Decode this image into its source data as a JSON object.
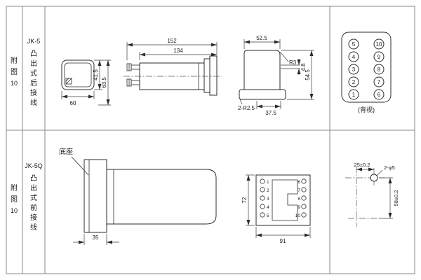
{
  "panel": {
    "rows": [
      {
        "fig": [
          "附",
          "图",
          "10"
        ],
        "model": "JK-5",
        "type": [
          "凸",
          "出",
          "式",
          "后",
          "接",
          "线"
        ]
      },
      {
        "fig": [
          "附",
          "图",
          "10"
        ],
        "model": "JK-5Q",
        "type": [
          "凸",
          "出",
          "式",
          "前",
          "接",
          "线"
        ]
      }
    ]
  },
  "top": {
    "front": {
      "w": "60",
      "h1": "41.5",
      "h2": "63.5"
    },
    "side": {
      "total": "152",
      "case": "134"
    },
    "section": {
      "w": "52.5",
      "r": "R3",
      "gap": "4.8",
      "h": "54.5",
      "feet": "2-R2.5",
      "w2": "37.5"
    },
    "rear": {
      "caption": "(背视)",
      "left": [
        "5",
        "4",
        "3",
        "2",
        "1"
      ],
      "right": [
        "10",
        "9",
        "8",
        "7",
        "6"
      ]
    }
  },
  "bottom": {
    "base": {
      "label": "底座",
      "depth": "35"
    },
    "socket": {
      "h": "72",
      "w": "91",
      "left": [
        "1",
        "2",
        "3",
        "4",
        "5"
      ],
      "right": [
        "6",
        "7",
        "8",
        "9",
        "10"
      ]
    },
    "drill": {
      "w": "25±0.2",
      "holes": "2-φ5",
      "h": "58±0.2"
    }
  }
}
